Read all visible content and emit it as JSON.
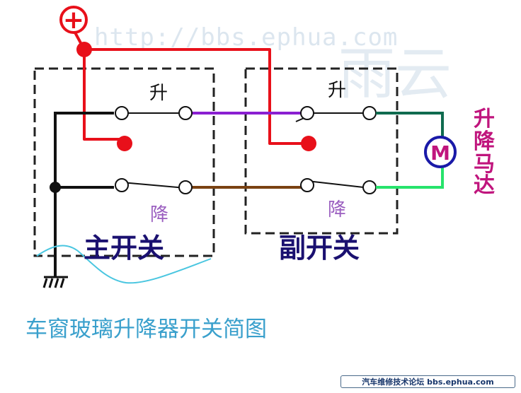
{
  "watermark": {
    "url": "http://bbs.ephua.com",
    "logo_text": "雨云"
  },
  "symbols": {
    "positive": "+",
    "motor": "M"
  },
  "labels": {
    "main_up": "升",
    "main_down": "降",
    "aux_up": "升",
    "aux_down": "降",
    "main_switch": "主开关",
    "aux_switch": "副开关",
    "motor_line1": "升",
    "motor_line2": "降",
    "motor_line3": "马",
    "motor_line4": "达",
    "caption": "车窗玻璃升降器开关简图",
    "footer": "汽车维修技术论坛 bbs.ephua.com"
  },
  "colors": {
    "positive_wire": "#e8101a",
    "ground_wire": "#111111",
    "up_link": "#8a1fd1",
    "down_link": "#7a4212",
    "motor_wire_top": "#0f6b4f",
    "motor_wire_bottom": "#27e36b",
    "ground_trace": "#4ac6e0",
    "motor_ring": "#1a1aa8",
    "motor_label": "#c0157d",
    "switch_label": "#1a1070",
    "direction_label": "#9b5fc0",
    "caption": "#3aa0cc",
    "watermark": "#dce6ef"
  }
}
